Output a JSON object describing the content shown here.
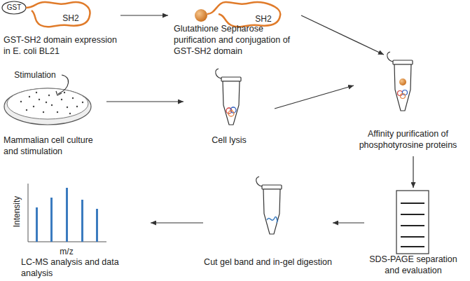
{
  "diagram": {
    "nodes": [
      {
        "text": [
          "GST-SH2 domain expression in E. coli BL21"
        ]
      },
      {
        "text": [
          "Glutathione Sepharose purification and conjugation of GST-SH2 domain"
        ]
      },
      {
        "text": [
          "Mammalian cell culture and stimulation"
        ]
      },
      {
        "text": [
          "Cell lysis"
        ]
      },
      {
        "text": [
          "Affinity purification of phosphotyrosine proteins"
        ]
      },
      {
        "text": [
          "LC-MS analysis and data analysis"
        ]
      },
      {
        "text": [
          "Cut gel band and in-gel digestion"
        ]
      },
      {
        "text": [
          "SDS-PAGE separation and evaluation"
        ]
      }
    ],
    "edges": [
      {
        "from": 0,
        "to": 1,
        "arrow": "to"
      },
      {
        "from": 1,
        "to": 4,
        "arrow": "to"
      },
      {
        "from": 2,
        "to": 3,
        "arrow": "to"
      },
      {
        "from": 3,
        "to": 4,
        "arrow": "to"
      },
      {
        "from": 4,
        "to": 7,
        "arrow": "to"
      },
      {
        "from": 7,
        "to": 6,
        "arrow": "to"
      },
      {
        "from": 6,
        "to": 5,
        "arrow": "to"
      }
    ],
    "labels": [
      "GST",
      "SH2",
      "SH2",
      "Stimulation",
      "Intensity",
      "m/z"
    ]
  }
}
